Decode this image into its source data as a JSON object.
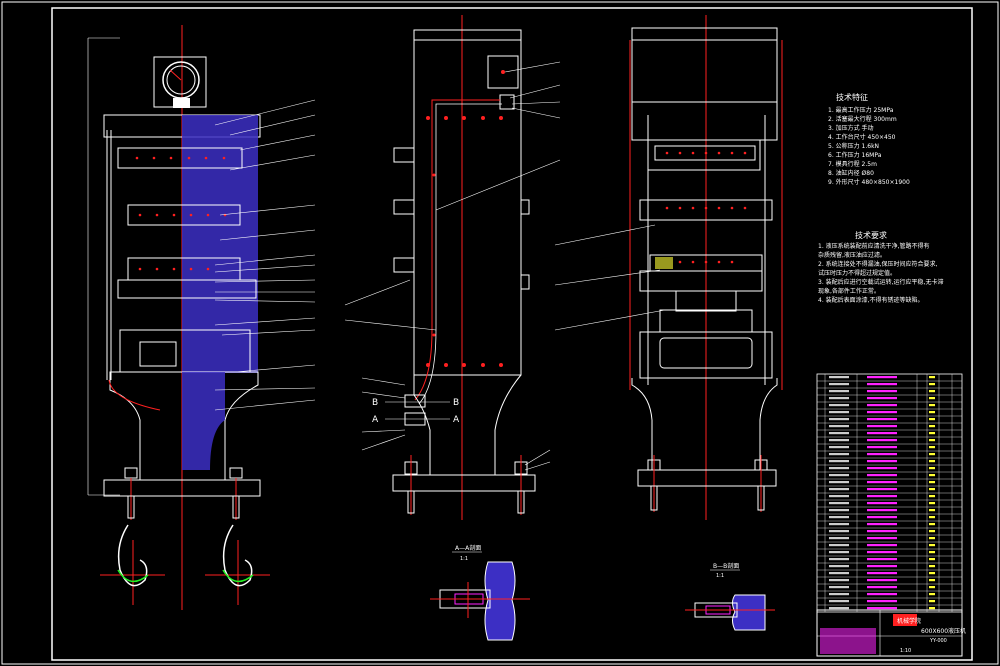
{
  "tech": {
    "title": "技术特征",
    "items": [
      "1. 最高工作压力 25MPa",
      "2. 活塞最大行程 300mm",
      "3. 加压方式 手动",
      "4. 工作台尺寸 450×450",
      "5. 公称压力 1.6kN",
      "6. 工作压力 16MPa",
      "7. 模具行程 2.5m",
      "8. 油缸内径 Ø80",
      "9. 外形尺寸 480×850×1900"
    ]
  },
  "req": {
    "title": "技术要求",
    "items": [
      "1. 液压系统装配前应清洗干净,管路不得有",
      "   杂质残留,液压油应过滤。",
      "2. 系统连接处不得漏油,保压时间应符合要求,",
      "   试压时压力不得超过规定值。",
      "3. 装配后应进行空载试运转,运行应平稳,无卡滞",
      "   现象,各部件工作正常。",
      "4. 装配后表面涂漆,不得有锈迹等缺陷。"
    ]
  },
  "sections": {
    "aa": "A—A剖面",
    "aa_scale": "1:1",
    "bb": "B—B剖面",
    "bb_scale": "1:1"
  },
  "section_marks": {
    "a": "A",
    "b": "B"
  },
  "title_block": {
    "name": "600X600液压机",
    "drawing_no": "YY-000",
    "company": "机械学院",
    "scale": "1:10"
  },
  "colors": {
    "bg": "#000000",
    "line": "#ffffff",
    "red": "#ff2020",
    "blue": "#4a3bd8",
    "green": "#22ee22",
    "magenta": "#ff22ff",
    "yellow": "#ffff33",
    "cyan": "#22ffff"
  }
}
